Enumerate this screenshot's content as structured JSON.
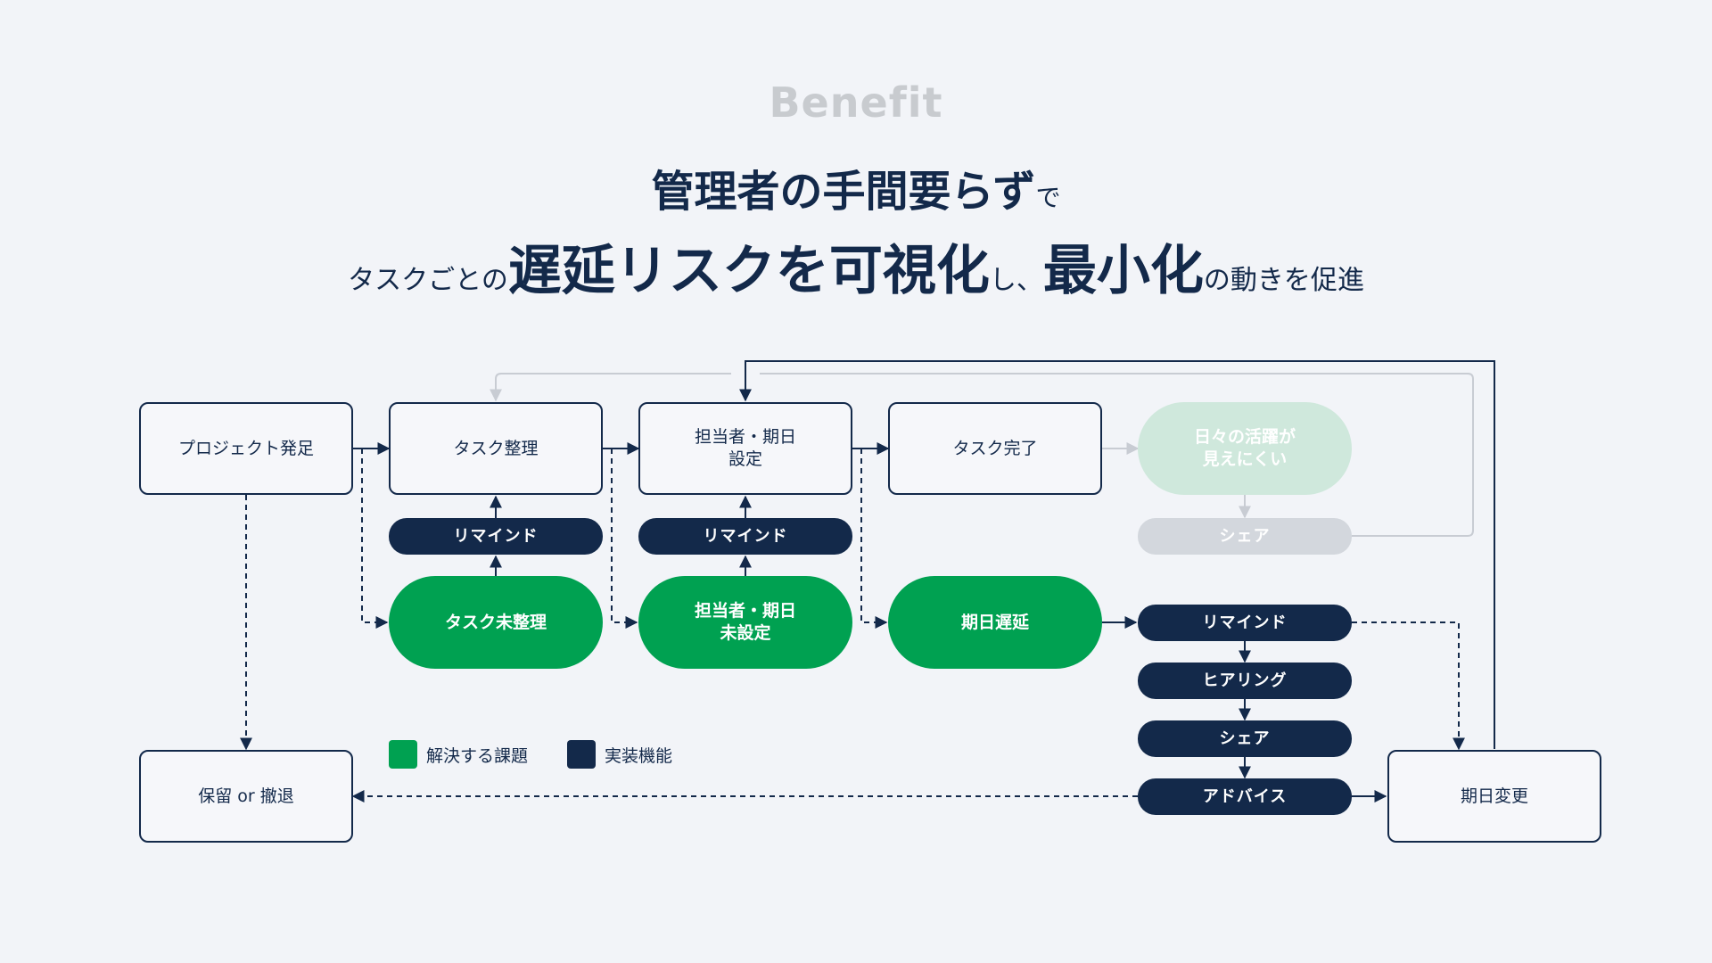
{
  "eyebrow": "Benefit",
  "headline": {
    "line1_bold": "管理者の手間要らず",
    "line1_small": "で",
    "line2_a": "タスクごとの",
    "line2_b": "遅延リスクを可視化",
    "line2_c": "し、",
    "line2_d": "最小化",
    "line2_e": "の動きを促進"
  },
  "nodes": {
    "project_start": "プロジェクト発足",
    "task_organize": "タスク整理",
    "assign_date": "担当者・期日\n設定",
    "task_done": "タスク完了",
    "daily_activity": "日々の活躍が\n見えにくい",
    "share_top": "シェア",
    "remind_1": "リマインド",
    "remind_2": "リマインド",
    "task_unorganized": "タスク未整理",
    "assign_unset": "担当者・期日\n未設定",
    "date_delay": "期日遅延",
    "remind_3": "リマインド",
    "hearing": "ヒアリング",
    "share_bottom": "シェア",
    "advice": "アドバイス",
    "hold_withdraw": "保留 or 撤退",
    "date_change": "期日変更"
  },
  "legend": {
    "problem": "解決する課題",
    "feature": "実装機能"
  },
  "colors": {
    "navy": "#13294a",
    "green": "#00a151",
    "green_light": "#cfe8dc",
    "gray_light": "#d3d7dd",
    "background": "#f2f4f8"
  }
}
